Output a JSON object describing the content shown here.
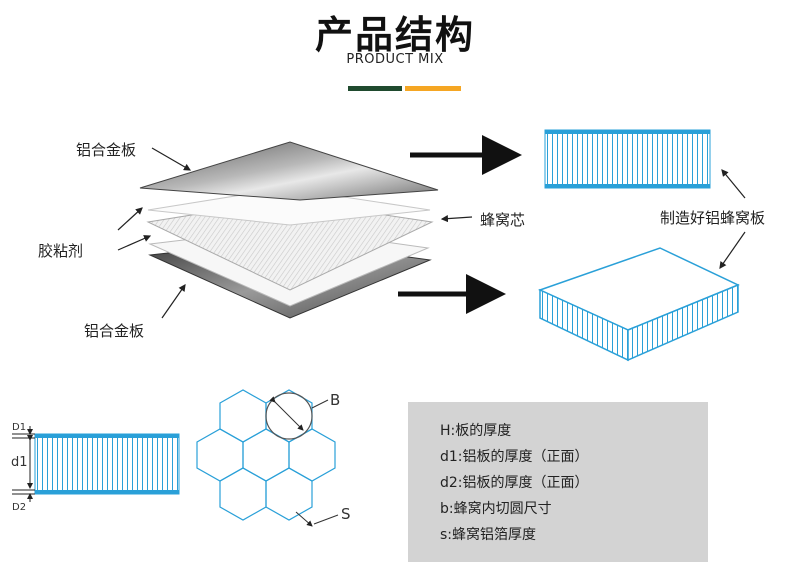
{
  "header": {
    "title": "产品结构",
    "subtitle": "PRODUCT MIX",
    "accent_green": "#1f4a2e",
    "accent_orange": "#f5a623"
  },
  "layers": {
    "top_sheet": "铝合金板",
    "adhesive": "胶粘剂",
    "bottom_sheet": "铝合金板",
    "core": "蜂窝芯",
    "finished": "制造好铝蜂窝板"
  },
  "dimensions": {
    "d1_top": "D1",
    "d1": "d1",
    "d2": "D2",
    "b": "B",
    "s": "S"
  },
  "legend": {
    "lines": [
      "H:板的厚度",
      "d1:铝板的厚度（正面）",
      "d2:铝板的厚度（正面）",
      "b:蜂窝内切圆尺寸",
      "s:蜂窝铝箔厚度"
    ]
  },
  "colors": {
    "honeycomb_blue": "#2aa0d8",
    "legend_bg": "#d3d3d3"
  }
}
